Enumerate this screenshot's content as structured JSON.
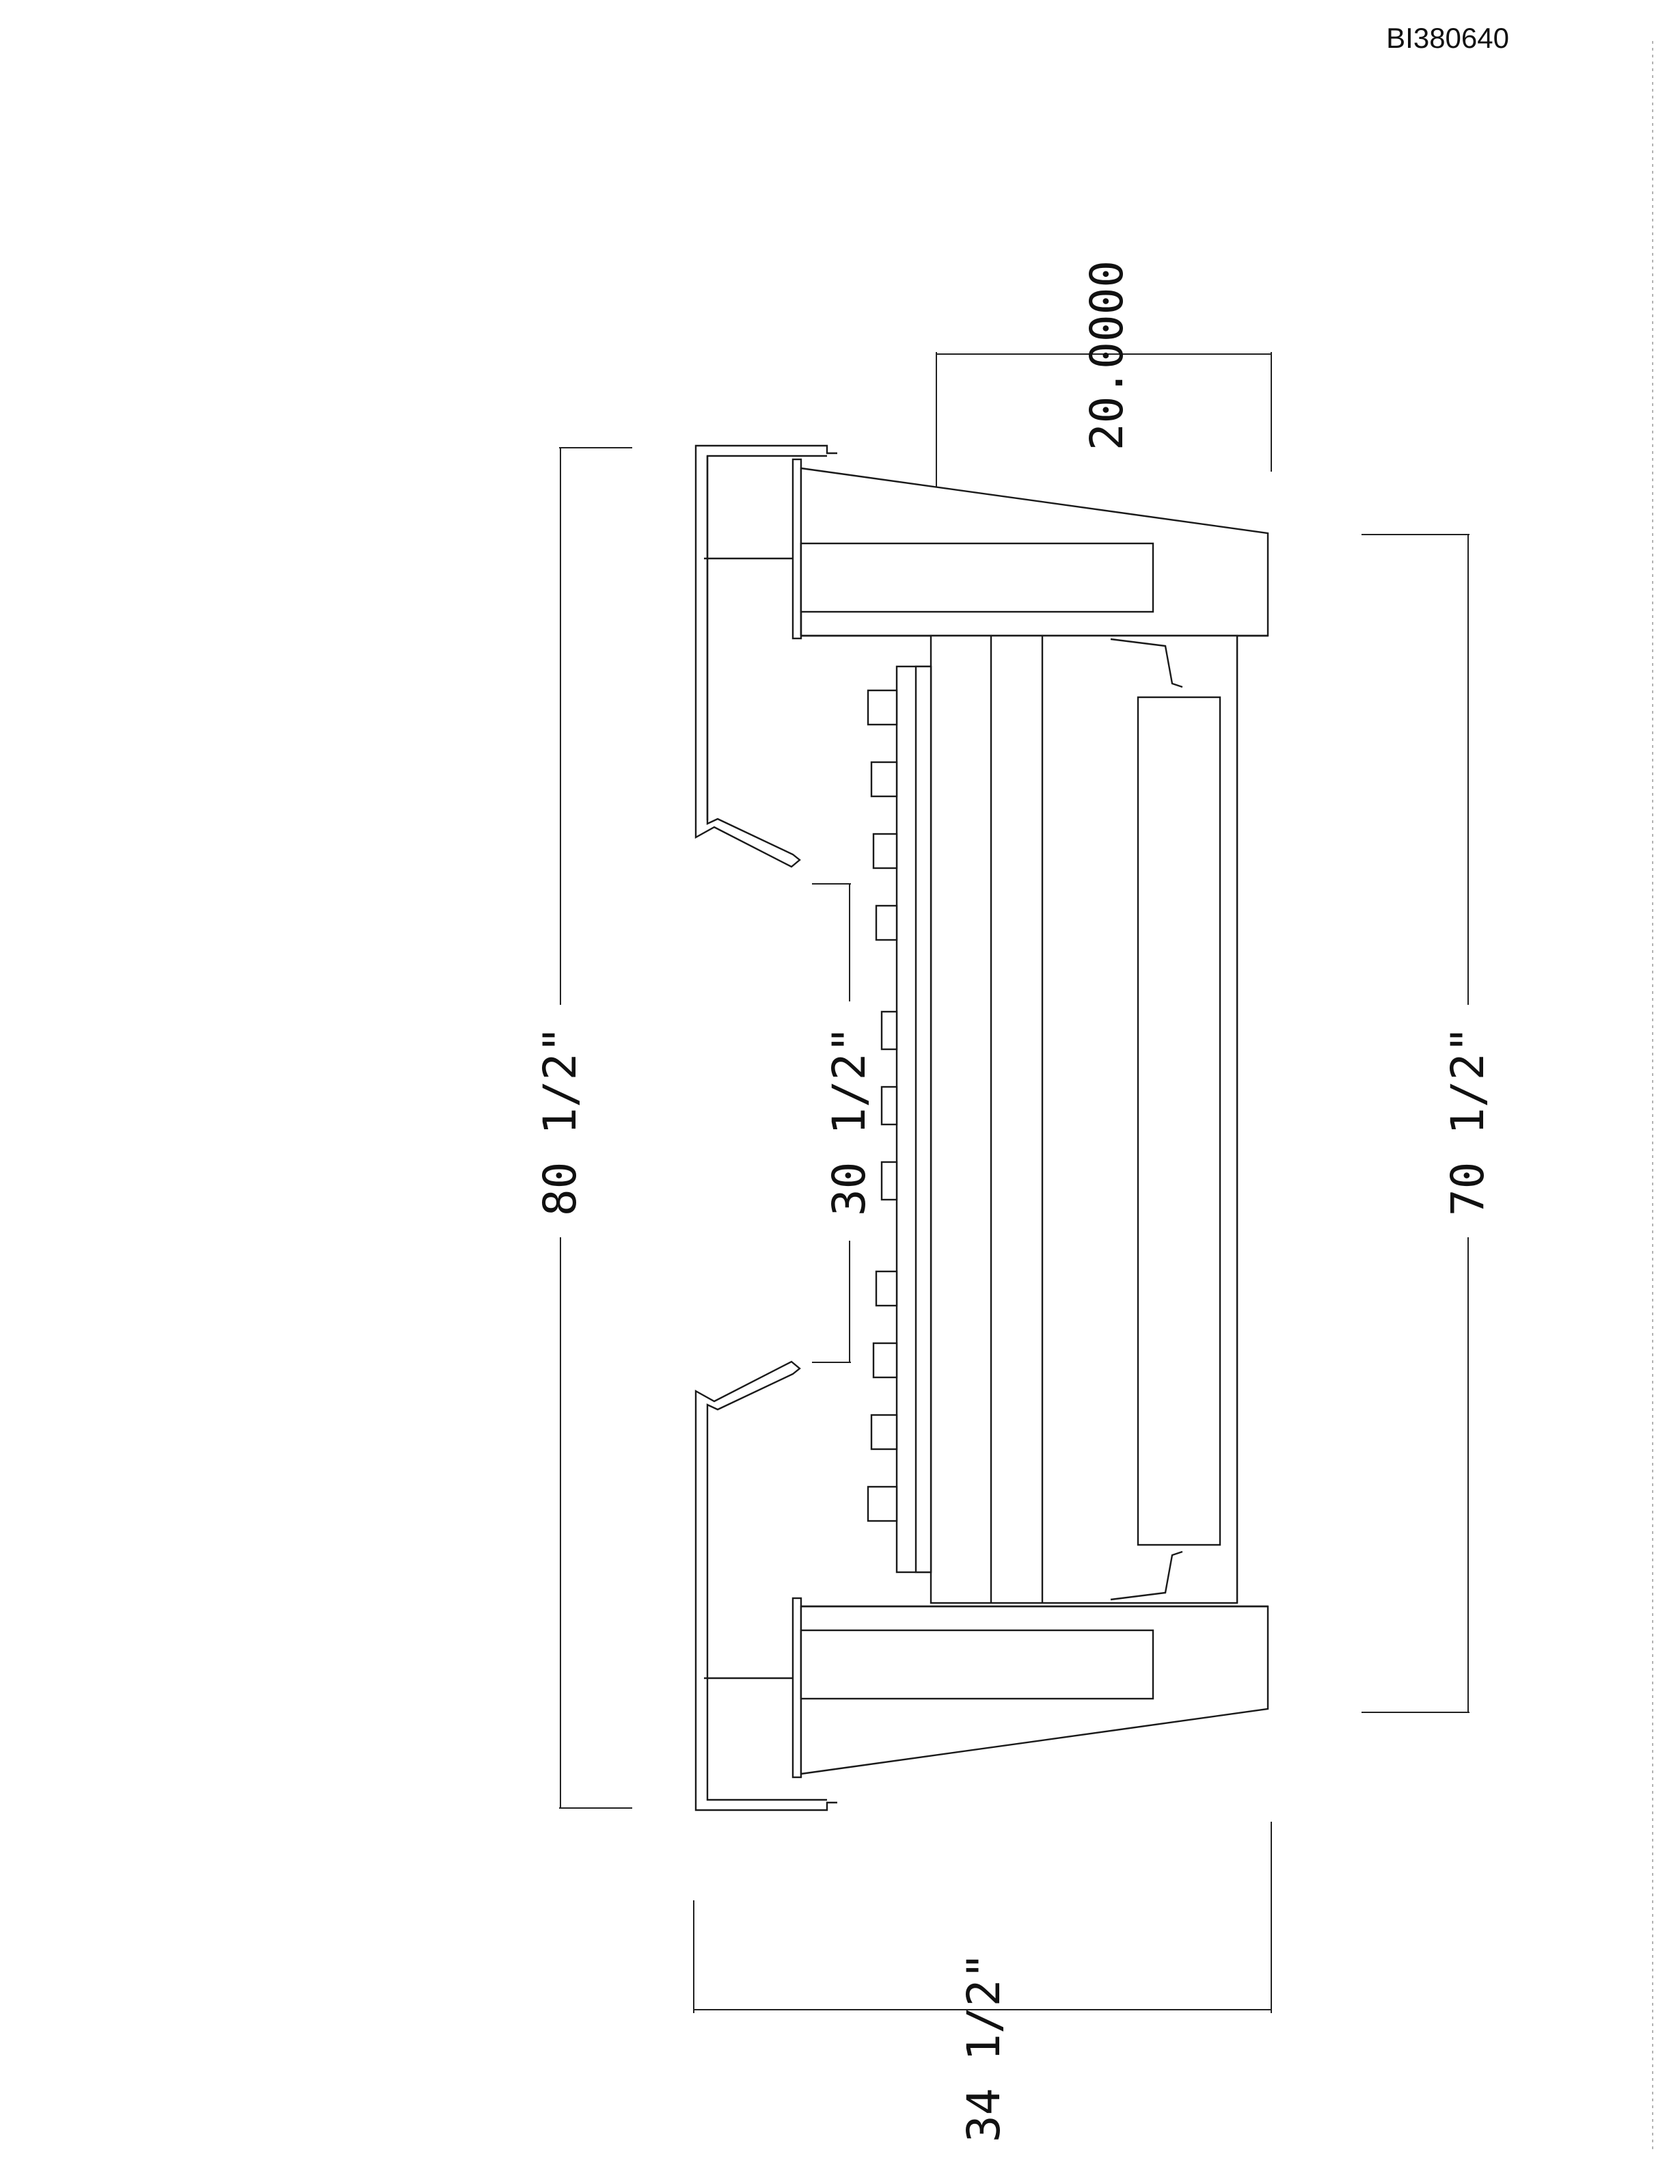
{
  "document": {
    "id": "BI380640"
  },
  "dimensions": {
    "overall_width": "80 1/2\"",
    "opening_width": "30 1/2\"",
    "base_width": "70 1/2\"",
    "height": "20.0000",
    "depth": "34 1/2\""
  }
}
